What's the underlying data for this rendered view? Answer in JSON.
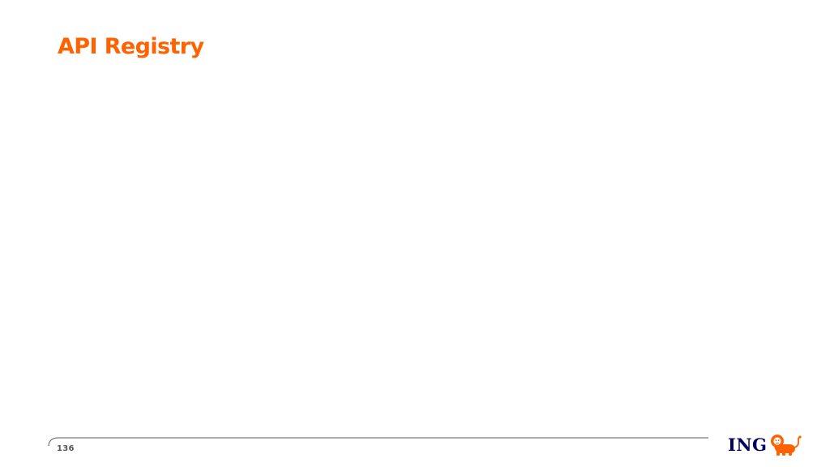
{
  "slide": {
    "title": "API Registry",
    "page_number": "136"
  },
  "brand": {
    "logo_text": "ING",
    "logo_icon": "lion-icon",
    "accent_color": "#ff6200",
    "logo_color": "#000066",
    "rule_color": "#5a5a5a"
  }
}
